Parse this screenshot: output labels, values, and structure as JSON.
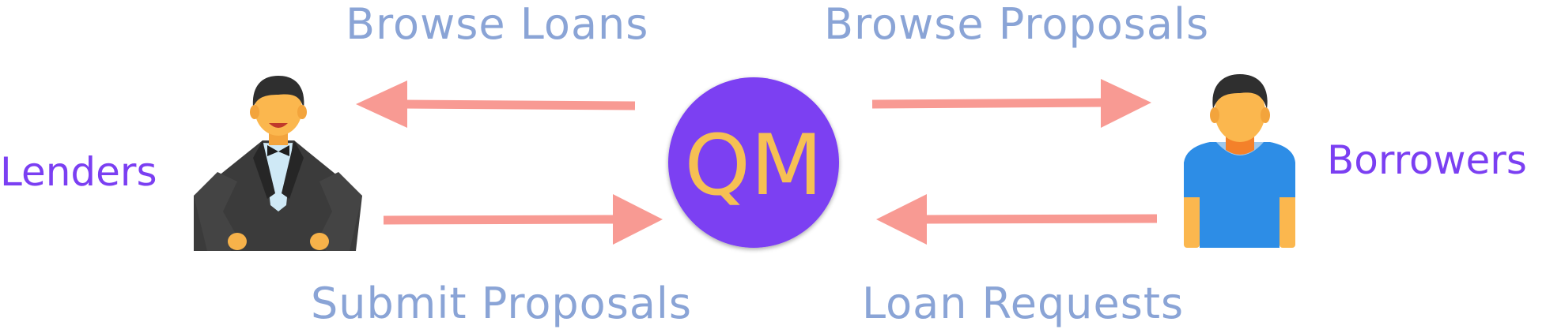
{
  "diagram": {
    "hub": {
      "label": "QM",
      "fill_color": "#7b3ff2",
      "text_color": "#f6c054"
    },
    "actors": {
      "lenders": {
        "label": "Lenders",
        "icon": "businessman-icon"
      },
      "borrowers": {
        "label": "Borrowers",
        "icon": "person-icon"
      }
    },
    "flows": {
      "browse_loans": "Browse Loans",
      "browse_proposals": "Browse Proposals",
      "submit_proposals": "Submit Proposals",
      "loan_requests": "Loan Requests"
    },
    "colors": {
      "flow_label": "#8aa4d6",
      "actor_label": "#7b3ff2",
      "arrow": "#f89a93"
    }
  }
}
